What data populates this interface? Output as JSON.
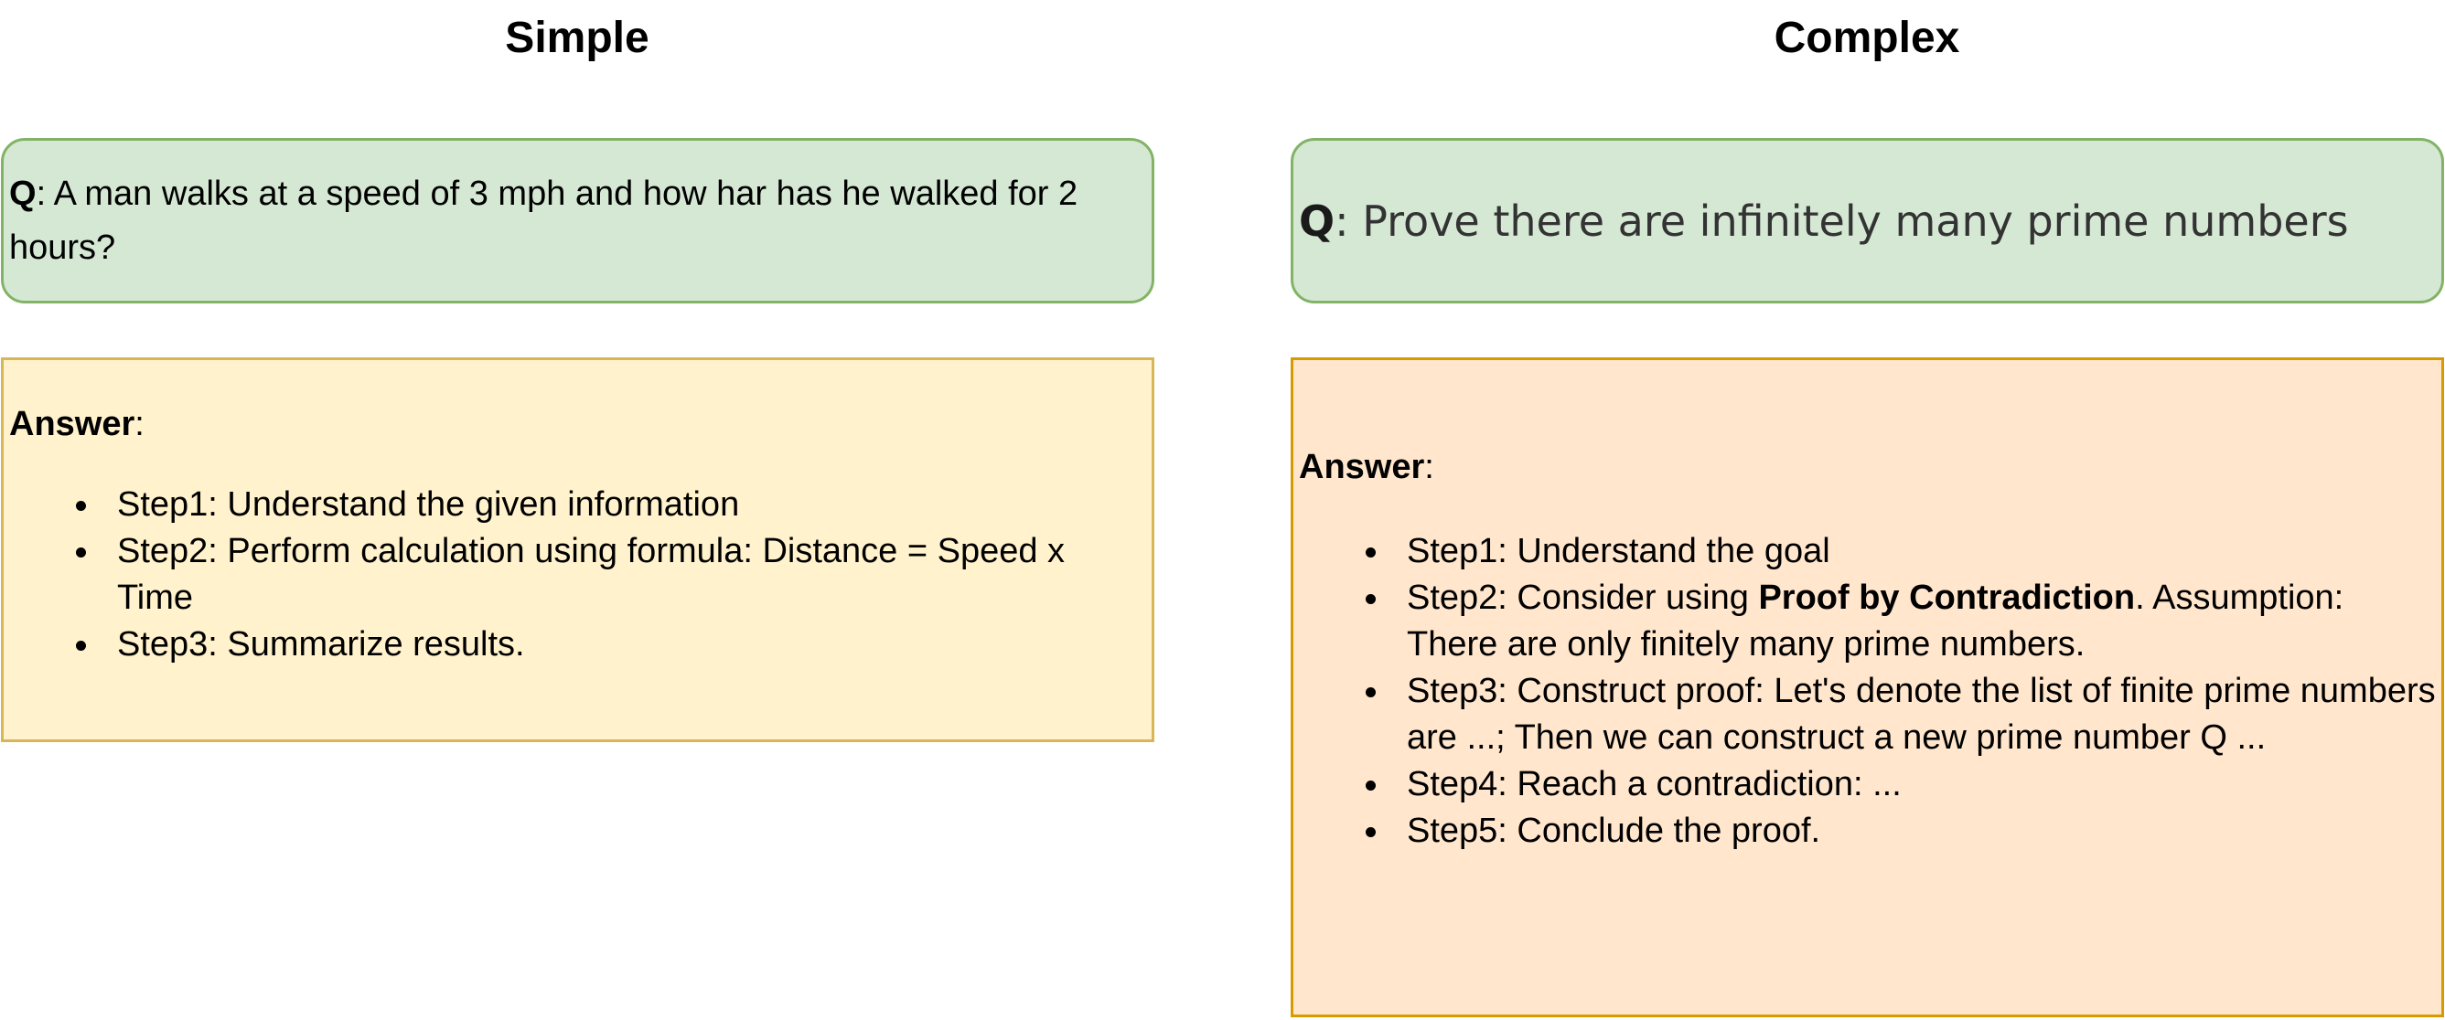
{
  "columns": {
    "simple": {
      "title": "Simple",
      "question": {
        "label": "Q",
        "text": ": A man walks at a speed of 3 mph and how har has he walked for 2 hours?"
      },
      "answer": {
        "label": "Answer",
        "colon": ":",
        "steps": [
          "Step1: Understand the given information",
          "Step2: Perform calculation using formula: Distance = Speed x Time",
          "Step3: Summarize results."
        ]
      }
    },
    "complex": {
      "title": "Complex",
      "question": {
        "label": "Q",
        "text": ": Prove there are infinitely many prime numbers"
      },
      "answer": {
        "label": "Answer",
        "colon": ":",
        "steps": [
          "Step1: Understand the goal",
          {
            "pre": "Step2: Consider using ",
            "bold": "Proof by Contradiction",
            "post": ". Assumption: There are only finitely many prime numbers."
          },
          "Step3: Construct proof: Let's denote the list of finite prime numbers are ...; Then we can construct a new prime number Q ...",
          "Step4: Reach a contradiction: ...",
          "Step5: Conclude the proof."
        ]
      }
    }
  },
  "colors": {
    "question_fill": "#d5e8d4",
    "question_border": "#82b366",
    "simple_answer_fill": "#fff2cc",
    "simple_answer_border": "#d6b656",
    "complex_answer_fill": "#ffe6cc",
    "complex_answer_border": "#d79b00"
  }
}
